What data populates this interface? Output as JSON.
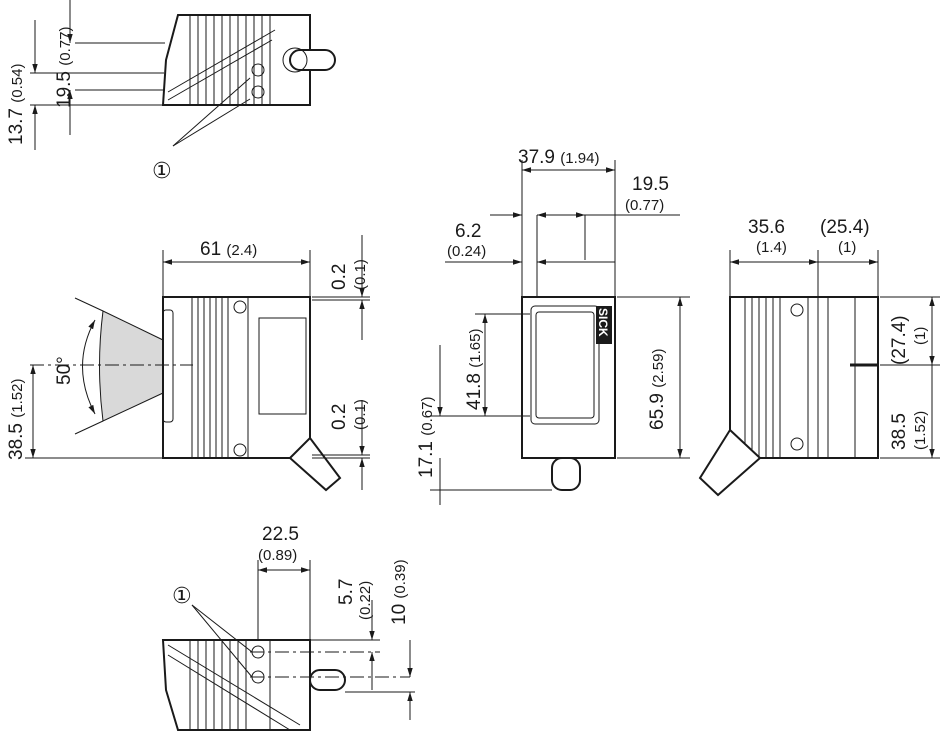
{
  "callout": "①",
  "brand_logo": "SICK",
  "top_view": {
    "dim_a": {
      "mm": "19.5",
      "in": "(0.77)"
    },
    "dim_b": {
      "mm": "13.7",
      "in": "(0.54)"
    }
  },
  "side_view": {
    "width": {
      "mm": "61",
      "in": "(2.4)"
    },
    "top_offset": {
      "mm": "0.2",
      "in": "(0.1)"
    },
    "bottom_offset": {
      "mm": "0.2",
      "in": "(0.1)"
    },
    "beam_height": {
      "mm": "38.5",
      "in": "(1.52)"
    },
    "beam_angle": "50°"
  },
  "front_view": {
    "width": {
      "mm": "37.9",
      "in": "(1.94)"
    },
    "right_offset": {
      "mm": "19.5",
      "in": "(0.77)"
    },
    "left_offset": {
      "mm": "6.2",
      "in": "(0.24)"
    },
    "window_height": {
      "mm": "41.8",
      "in": "(1.65)"
    },
    "bottom_height": {
      "mm": "17.1",
      "in": "(0.67)"
    },
    "height": {
      "mm": "65.9",
      "in": "(2.59)"
    }
  },
  "back_view": {
    "width_a": {
      "mm": "35.6",
      "in": "(1.4)"
    },
    "width_b": {
      "mm": "(25.4)",
      "in": "(1)"
    },
    "height_a": {
      "mm": "(27.4)",
      "in": "(1)"
    },
    "height_b": {
      "mm": "38.5",
      "in": "(1.52)"
    }
  },
  "bottom_view": {
    "width": {
      "mm": "22.5",
      "in": "(0.89)"
    },
    "dim_a": {
      "mm": "5.7",
      "in": "(0.22)"
    },
    "dim_b": {
      "mm": "10",
      "in": "(0.39)"
    }
  }
}
